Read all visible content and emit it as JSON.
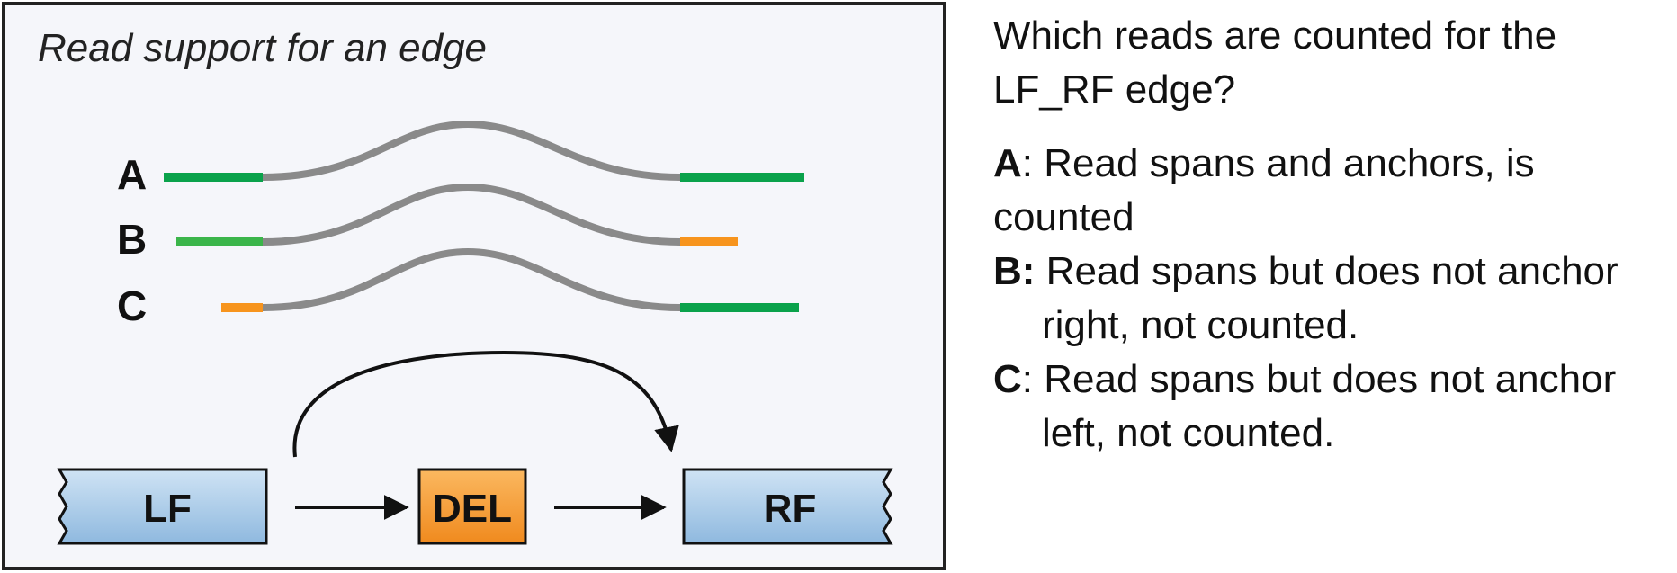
{
  "figure": {
    "title": "Read support for an edge",
    "reads": [
      {
        "label": "A",
        "left_anchor": "green",
        "right_anchor": "green"
      },
      {
        "label": "B",
        "left_anchor": "green",
        "right_anchor": "orange"
      },
      {
        "label": "C",
        "left_anchor": "orange",
        "right_anchor": "green"
      }
    ],
    "nodes": {
      "left": "LF",
      "middle": "DEL",
      "right": "RF"
    }
  },
  "colors": {
    "anchored_green": "#0aa24b",
    "light_green": "#3bb54a",
    "unanchored_orange": "#f7941d",
    "read_gray": "#8a8a8a",
    "node_blue": "#a9cbe8",
    "node_orange": "#f7a03c",
    "panel_bg": "#f5f6fa"
  },
  "question": {
    "text": "Which reads are counted for the LF_RF edge?",
    "answers": [
      {
        "key": "A",
        "sep": ":",
        "line1": " Read spans and anchors, is counted",
        "line2": ""
      },
      {
        "key": "B:",
        "sep": "",
        "line1": " Read spans but does not anchor",
        "line2": "right, not counted."
      },
      {
        "key": "C",
        "sep": ":",
        "line1": " Read spans but does not anchor",
        "line2": "left, not counted."
      }
    ]
  }
}
